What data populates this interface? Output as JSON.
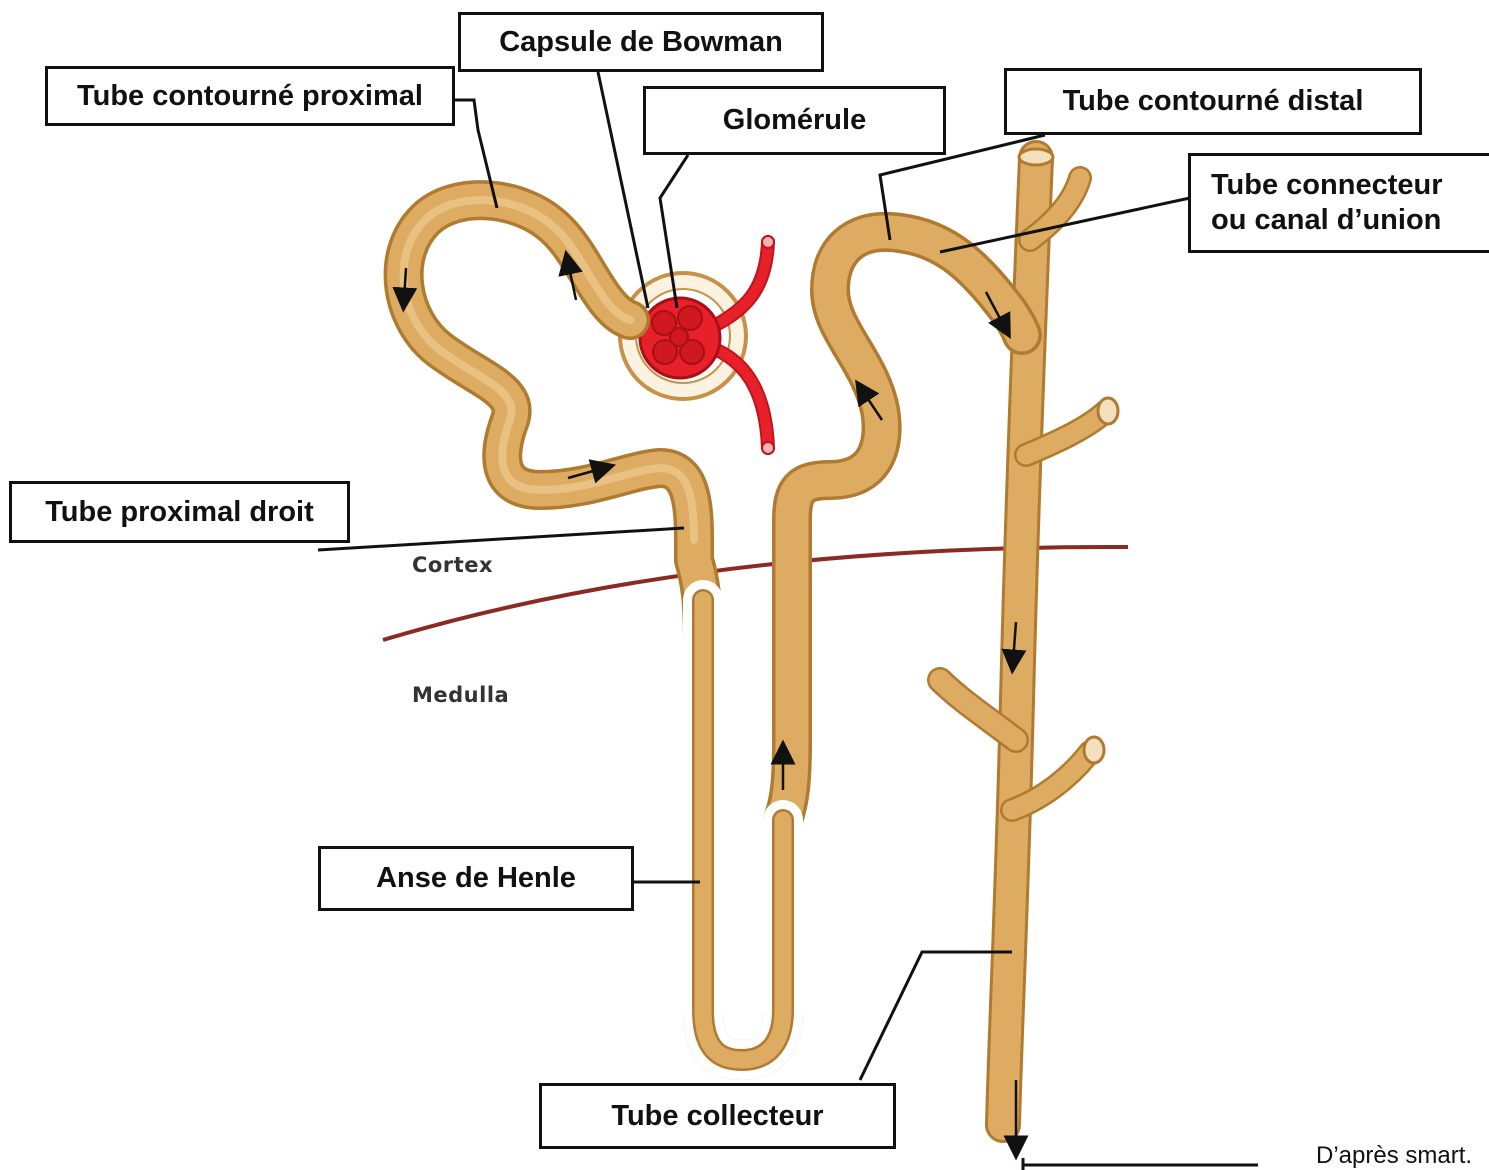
{
  "labels": {
    "capsule_bowman": "Capsule de Bowman",
    "tube_contourne_proximal": "Tube contourné proximal",
    "glomerule": "Glomérule",
    "tube_contourne_distal": "Tube contourné distal",
    "tube_connecteur_line1": "Tube connecteur",
    "tube_connecteur_line2": "ou canal d’union",
    "tube_proximal_droit": "Tube proximal droit",
    "anse_de_henle": "Anse de Henle",
    "tube_collecteur": "Tube collecteur"
  },
  "zones": {
    "cortex": "Cortex",
    "medulla": "Medulla"
  },
  "credit": "D’après smart.",
  "colors": {
    "tubule_fill": "#ddac62",
    "tubule_edge": "#b07a30",
    "vessel": "#e8202a",
    "boundary": "#8b2a22",
    "label_border": "#111111"
  }
}
